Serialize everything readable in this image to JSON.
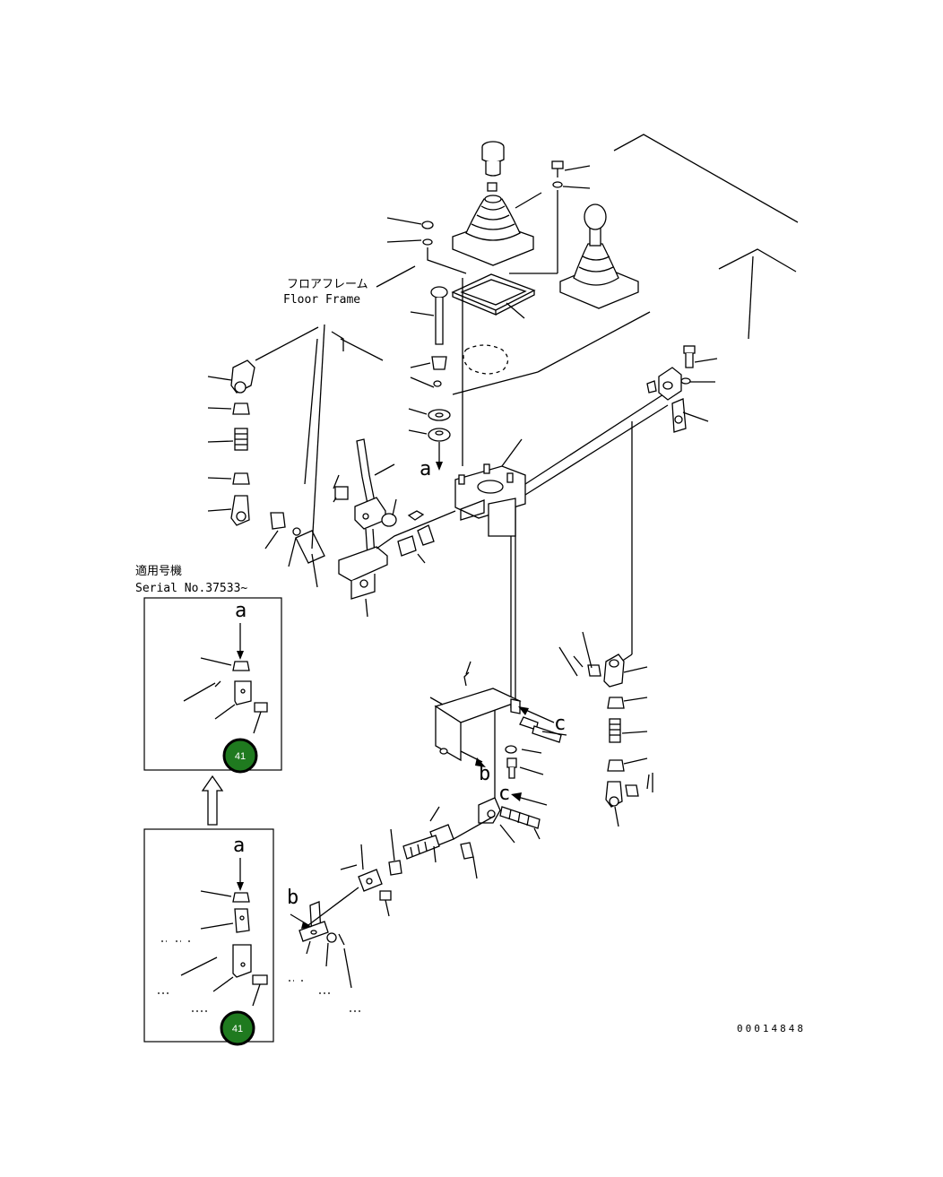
{
  "labels": {
    "floor_frame_jp": "フロアフレーム",
    "floor_frame_en": "Floor Frame",
    "serial_jp": "適用号機",
    "serial_en": "Serial No.37533~"
  },
  "markers": {
    "a": "a",
    "b": "b",
    "c": "c"
  },
  "callouts": {
    "top_inset": "41",
    "bottom_inset": "41"
  },
  "colors": {
    "callout_fill": "#1f7a1f",
    "callout_ring": "#000000",
    "line": "#000000"
  },
  "doc_number": "00014848"
}
